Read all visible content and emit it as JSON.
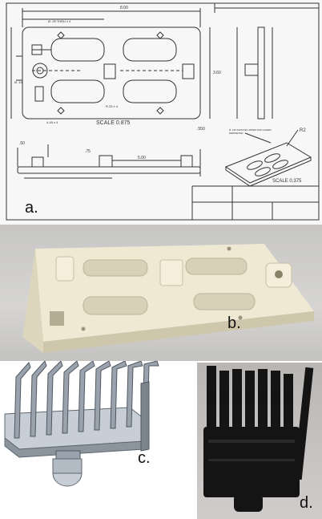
{
  "panels": {
    "a": {
      "label": "a."
    },
    "b": {
      "label": "b."
    },
    "c": {
      "label": "c."
    },
    "d": {
      "label": "d."
    }
  },
  "drawing": {
    "scale_main": "SCALE 0.875",
    "scale_iso": "SCALE 0.375",
    "notes": [
      "Ø .25 THRU x 4",
      "R.25 x 4",
      "Ø .10",
      "4-40 x 4",
      "R2",
      "Ø .125 AROUND UPPER AND LOWER PERIMETER"
    ]
  },
  "colors": {
    "paper": "#f7f7f7",
    "line": "#333333",
    "plastic": "#efe9d4",
    "plastic_shadow": "#c9c1a6",
    "render_fin": "#9aa3ad",
    "render_base": "#c7ced6",
    "black_part": "#141414"
  }
}
